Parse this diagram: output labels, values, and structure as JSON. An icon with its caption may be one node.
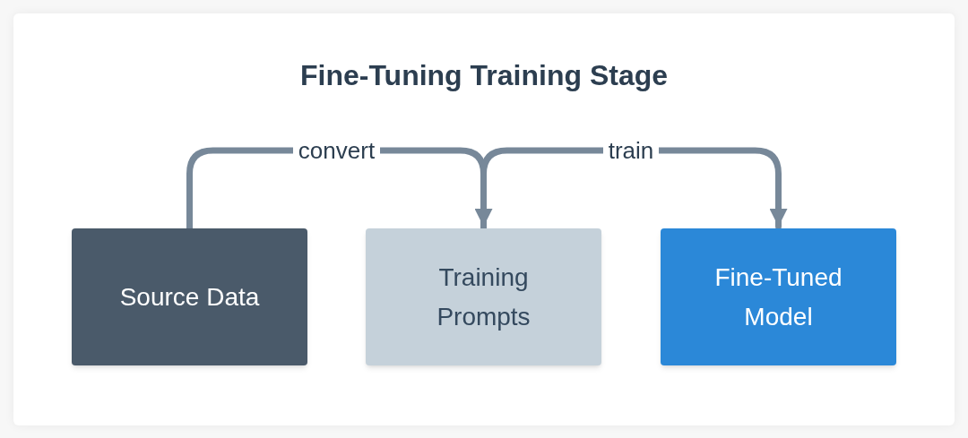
{
  "diagram": {
    "title": "Fine-Tuning Training Stage",
    "nodes": [
      {
        "text": [
          "Source Data"
        ]
      },
      {
        "text": [
          "Training Prompts"
        ]
      },
      {
        "text": [
          "Fine-Tuned Model"
        ]
      }
    ],
    "edges": [
      {
        "from": 0,
        "to": 1,
        "arrow": "to",
        "label": "convert"
      },
      {
        "from": 1,
        "to": 2,
        "arrow": "to",
        "label": "train"
      }
    ]
  }
}
